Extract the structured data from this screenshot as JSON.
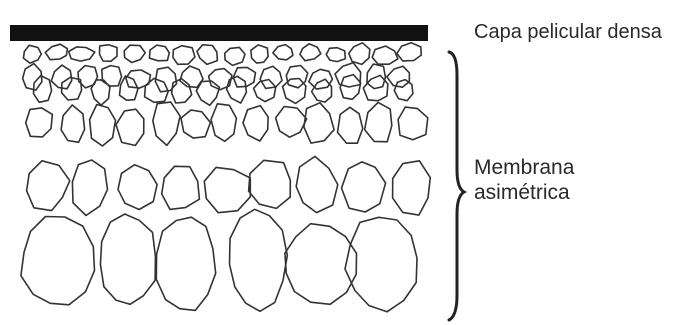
{
  "labels": {
    "dense_layer": "Capa pelicular densa",
    "membrane_line1": "Membrana",
    "membrane_line2": "asimétrica"
  },
  "colors": {
    "skin_layer": "#111111",
    "cell_stroke": "#333333",
    "text": "#2a2a2a",
    "background": "#ffffff"
  }
}
